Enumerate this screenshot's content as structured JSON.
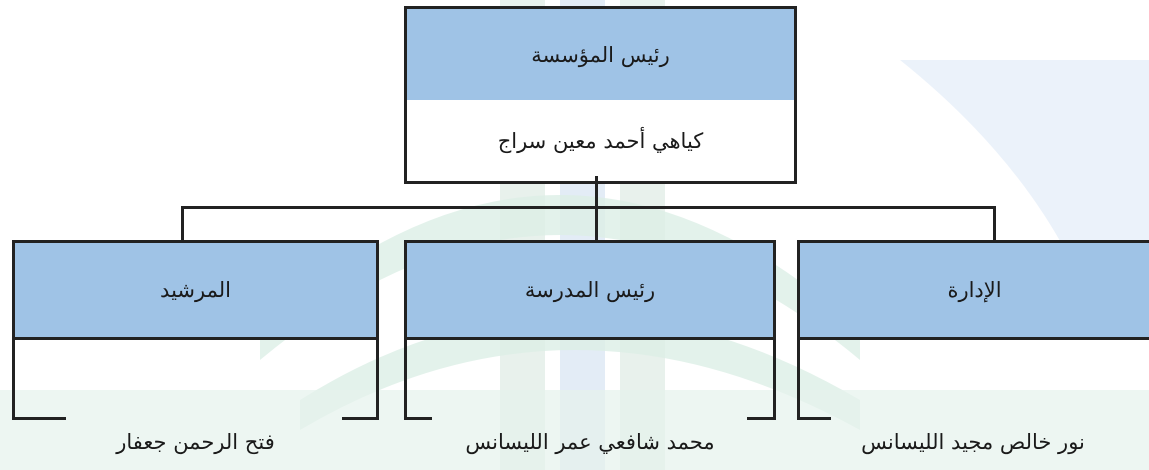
{
  "colors": {
    "box_fill": "#9fc3e6",
    "border": "#222222",
    "watermark_green": "#dcefe6",
    "watermark_blue": "#e2ecf8"
  },
  "root": {
    "title": "رئيس المؤسسة",
    "name": "كياهي أحمد معين سراج"
  },
  "children": [
    {
      "title": "المرشيد",
      "name": "فتح الرحمن جعفار"
    },
    {
      "title": "رئيس المدرسة",
      "name": "محمد شافعي عمر الليسانس"
    },
    {
      "title": "الإدارة",
      "name": "نور خالص مجيد الليسانس"
    }
  ]
}
